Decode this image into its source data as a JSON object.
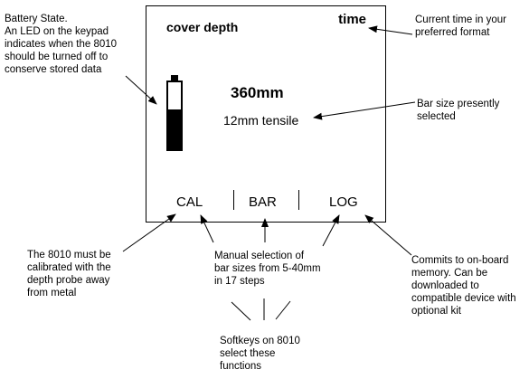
{
  "screen": {
    "title": "cover depth",
    "time": "time",
    "depth": "360mm",
    "bar_size": "12mm tensile",
    "battery_level": 0.6,
    "softkeys": [
      "CAL",
      "BAR",
      "LOG"
    ]
  },
  "annotations": {
    "battery": "Battery State.\nAn LED on the keypad\nindicates when the 8010\nshould be turned off to\nconserve stored data",
    "time": "Current time in your\npreferred format",
    "bar_size": "Bar size presently\nselected",
    "cal": "The 8010 must be\ncalibrated with the\ndepth probe away\nfrom metal",
    "bar": "Manual selection of\nbar sizes from 5-40mm\nin 17 steps",
    "log": "Commits to on-board\nmemory.  Can be\ndownloaded to\ncompatible device with\noptional kit",
    "softkeys": "Softkeys on 8010\nselect these\nfunctions"
  }
}
